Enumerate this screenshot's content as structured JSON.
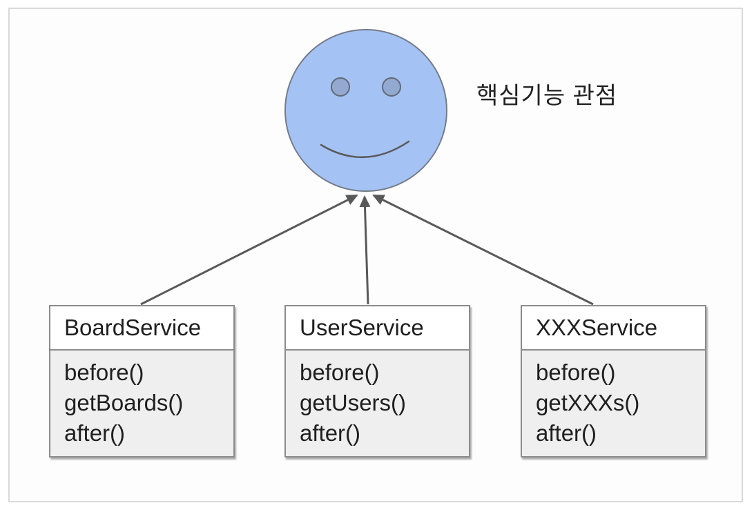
{
  "diagram": {
    "label": "핵심기능 관점",
    "services": [
      {
        "name": "BoardService",
        "methods": [
          "before()",
          "getBoards()",
          "after()"
        ]
      },
      {
        "name": "UserService",
        "methods": [
          "before()",
          "getUsers()",
          "after()"
        ]
      },
      {
        "name": "XXXService",
        "methods": [
          "before()",
          "getXXXs()",
          "after()"
        ]
      }
    ],
    "colors": {
      "face_fill": "#a4c2f4",
      "face_stroke": "#747c88",
      "eye_fill": "#94a9d0",
      "eye_stroke": "#606a76",
      "arrow": "#595959",
      "box_border": "#8c8c8c",
      "box_header_bg": "#ffffff",
      "box_body_bg": "#efefef",
      "page_border": "#d9d9d9",
      "text": "#1f1f1f"
    }
  }
}
